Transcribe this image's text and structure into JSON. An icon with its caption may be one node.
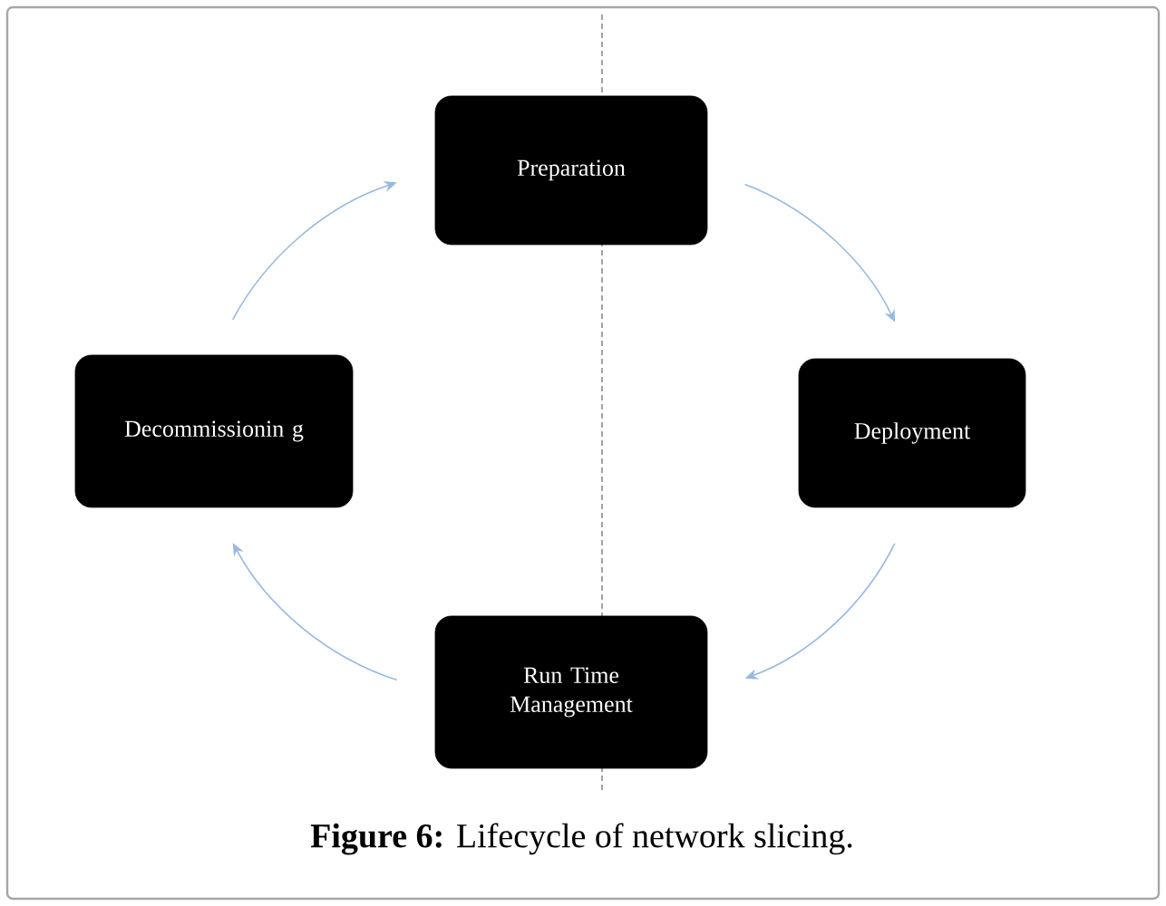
{
  "diagram": {
    "caption": "**Figure 6:** Lifecycle of network slicing.",
    "nodes": [
      {
        "text": [
          "Preparation"
        ]
      },
      {
        "text": [
          "Decommissionin g"
        ]
      },
      {
        "text": [
          "Deployment"
        ]
      },
      {
        "text": [
          "Run Time Management"
        ]
      }
    ],
    "edges": [
      {
        "from": 0,
        "to": 2,
        "arrow": "to"
      },
      {
        "from": 2,
        "to": 3,
        "arrow": "to"
      },
      {
        "from": 3,
        "to": 1,
        "arrow": "to"
      },
      {
        "from": 1,
        "to": 0,
        "arrow": "to"
      }
    ]
  }
}
